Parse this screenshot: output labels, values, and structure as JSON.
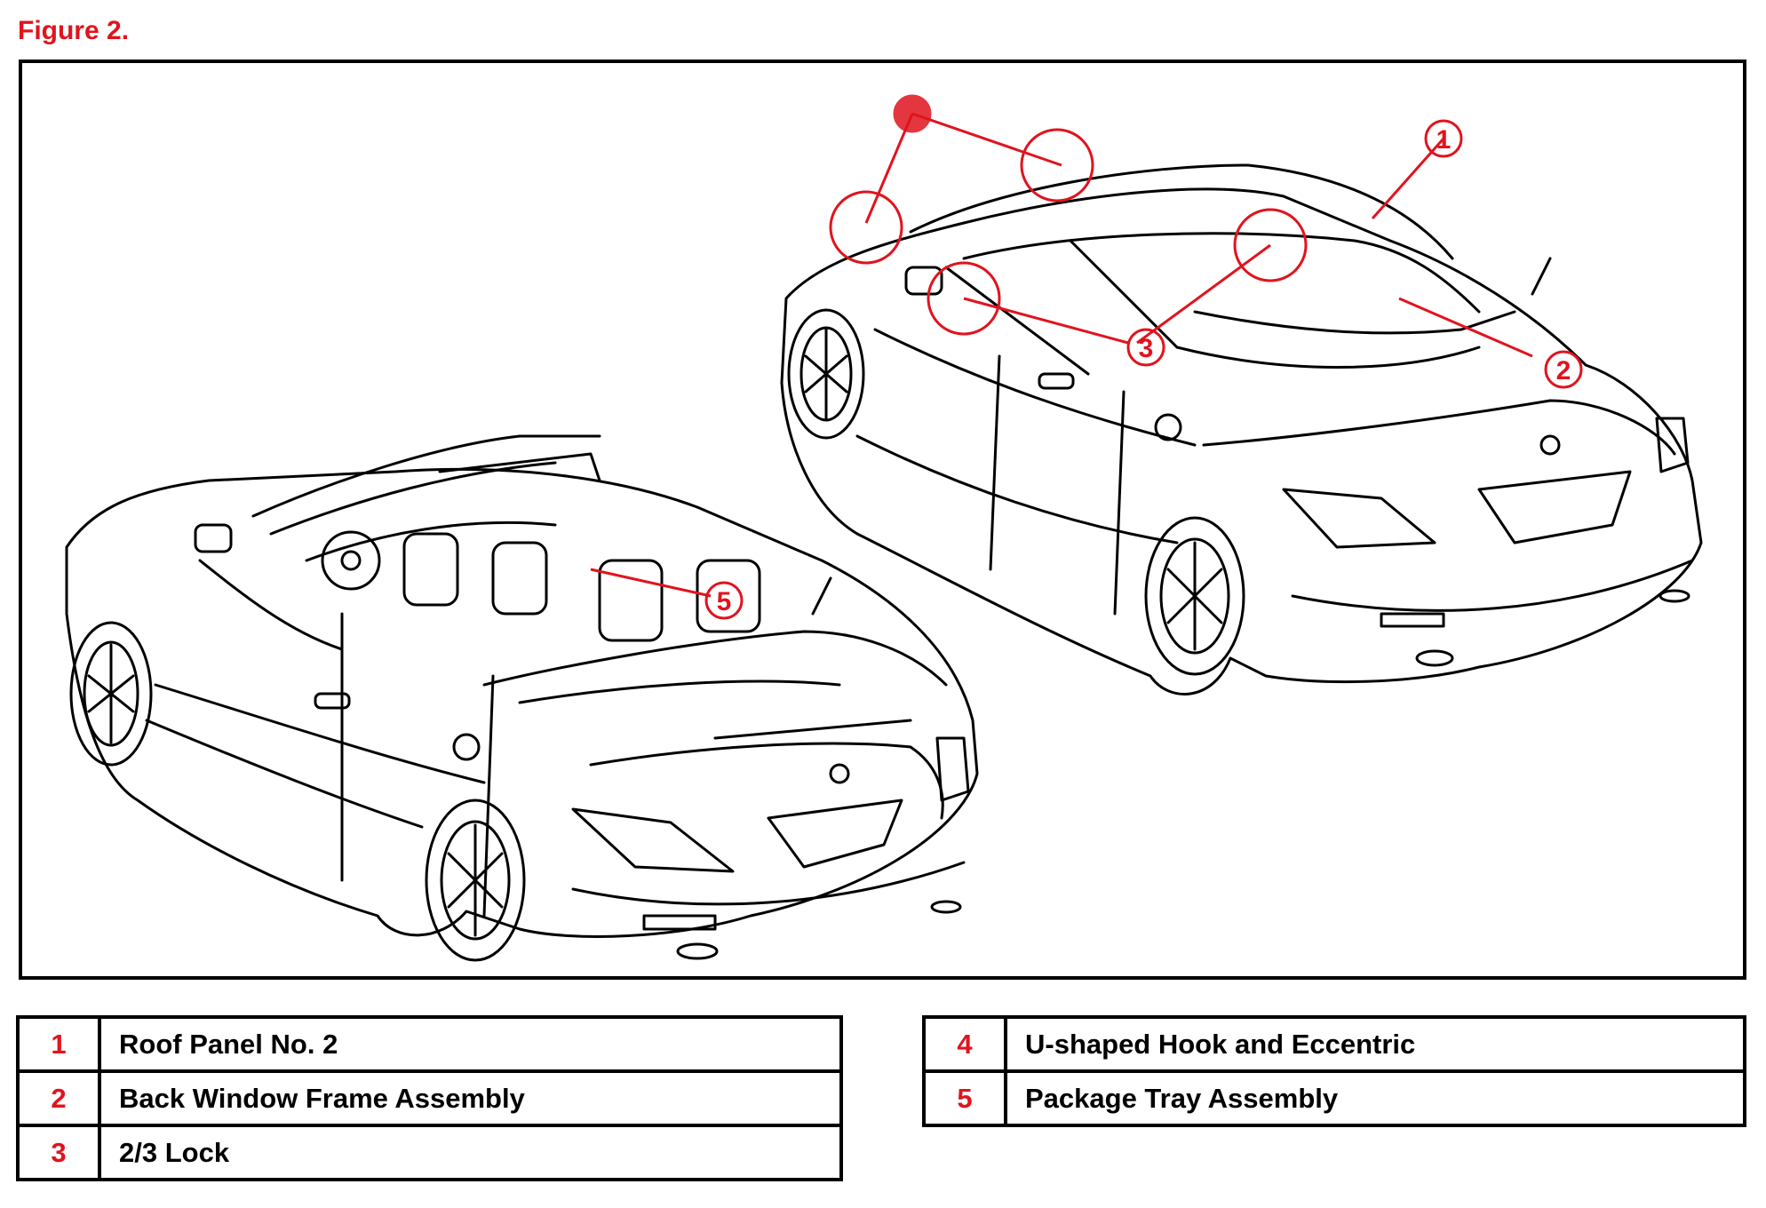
{
  "figure_title": "Figure 2.",
  "colors": {
    "callout": "#e0141e",
    "line": "#000000"
  },
  "callouts": [
    "1",
    "2",
    "3",
    "5"
  ],
  "legend_left": [
    {
      "num": "1",
      "label": "Roof Panel No. 2"
    },
    {
      "num": "2",
      "label": "Back Window Frame Assembly"
    },
    {
      "num": "3",
      "label": "2/3 Lock"
    }
  ],
  "legend_right": [
    {
      "num": "4",
      "label": "U-shaped Hook and Eccentric"
    },
    {
      "num": "5",
      "label": "Package Tray Assembly"
    }
  ]
}
